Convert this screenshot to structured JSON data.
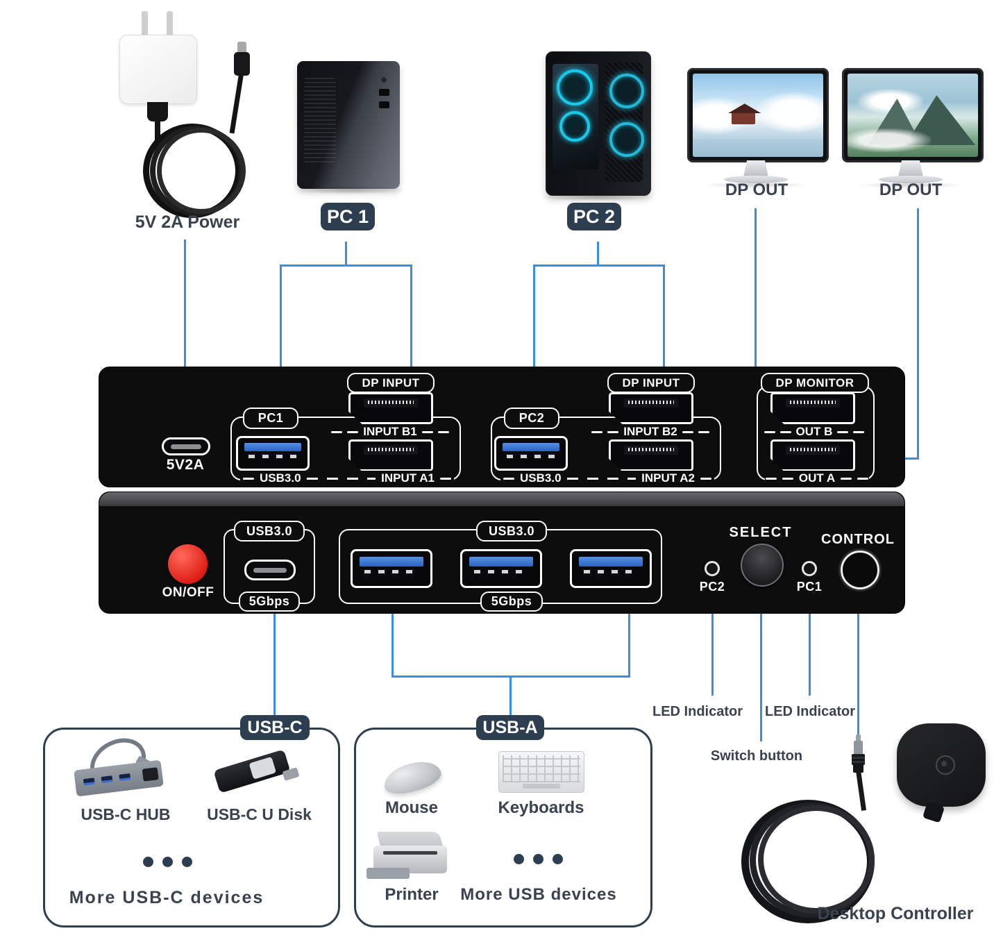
{
  "devices": {
    "power_label": "5V 2A Power",
    "pc1_label": "PC 1",
    "pc2_label": "PC 2",
    "monitor1_label": "DP OUT",
    "monitor2_label": "DP OUT"
  },
  "back_panel": {
    "power_port_label": "5V2A",
    "pc1": {
      "badge": "PC1",
      "usb_label": "USB3.0",
      "dp_badge": "DP INPUT",
      "input_top": "INPUT B1",
      "input_bottom": "INPUT A1"
    },
    "pc2": {
      "badge": "PC2",
      "usb_label": "USB3.0",
      "dp_badge": "DP INPUT",
      "input_top": "INPUT B2",
      "input_bottom": "INPUT A2"
    },
    "monitor": {
      "dp_badge": "DP MONITOR",
      "out_top": "OUT B",
      "out_bottom": "OUT A"
    }
  },
  "front_panel": {
    "power_button_label": "ON/OFF",
    "usbc_group": {
      "top": "USB3.0",
      "bottom": "5Gbps"
    },
    "usba_group": {
      "top": "USB3.0",
      "bottom": "5Gbps"
    },
    "led_left_label": "PC2",
    "select_label": "SELECT",
    "led_right_label": "PC1",
    "control_label": "CONTROL"
  },
  "usbc_box": {
    "tag": "USB-C",
    "hub_label": "USB-C HUB",
    "udisk_label": "USB-C U Disk",
    "more_label": "More USB-C devices"
  },
  "usba_box": {
    "tag": "USB-A",
    "mouse_label": "Mouse",
    "keyboard_label": "Keyboards",
    "printer_label": "Printer",
    "more_label": "More USB devices"
  },
  "annotations": {
    "led_indicator_left": "LED Indicator",
    "led_indicator_right": "LED Indicator",
    "switch_button": "Switch button",
    "desktop_controller": "Desktop Controller"
  },
  "colors": {
    "connector_blue": "#3E8EDD",
    "badge_navy": "#2C3E50",
    "caption_text": "#3A4250",
    "power_red": "#E02018",
    "usb_port_blue": "#2E6FD4"
  }
}
